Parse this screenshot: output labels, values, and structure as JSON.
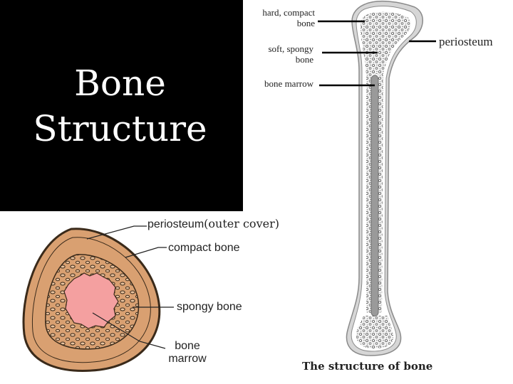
{
  "slide": {
    "title_line1": "Bone",
    "title_line2": "Structure"
  },
  "long_bone": {
    "labels": {
      "compact_line1": "hard, compact",
      "compact_line2": "bone",
      "spongy_line1": "soft, spongy",
      "spongy_line2": "bone",
      "marrow": "bone marrow",
      "periosteum": "periosteum"
    },
    "caption": "The structure of bone"
  },
  "cross_section": {
    "labels": {
      "periosteum": "periosteum",
      "outer_cover": "(outer cover)",
      "compact": "compact bone",
      "spongy": "spongy bone",
      "marrow_line1": "bone",
      "marrow_line2": "marrow"
    },
    "colors": {
      "compact": "#d9a071",
      "marrow": "#f4a0a0",
      "outline": "#3a2a1a"
    }
  }
}
